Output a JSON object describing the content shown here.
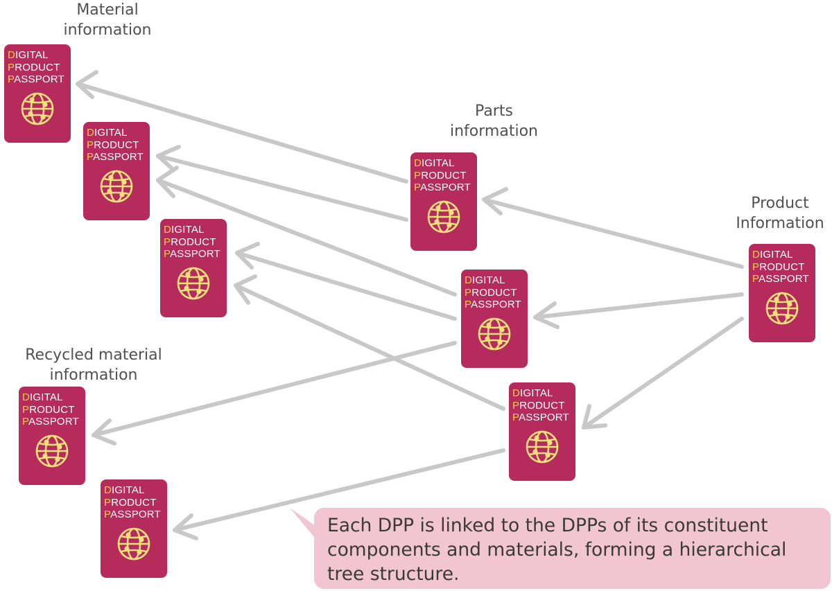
{
  "labels": {
    "material": "Material\ninformation",
    "parts": "Parts\ninformation",
    "product": "Product\nInformation",
    "recycled": "Recycled material\ninformation"
  },
  "passport": {
    "line1_initial": "D",
    "line1_rest": "IGITAL",
    "line2_initial": "P",
    "line2_rest": "RODUCT",
    "line3_initial": "P",
    "line3_rest": "ASSPORT"
  },
  "callout": {
    "text": "Each DPP is linked to the DPPs of its constituent components and materials, forming a hierarchical tree structure."
  },
  "colors": {
    "passport": "#b52c5c",
    "initials": "#f2c94c",
    "globe": "#f2e07a",
    "arrow": "#c8c8c8",
    "callout_bg": "#f1c6d2"
  }
}
